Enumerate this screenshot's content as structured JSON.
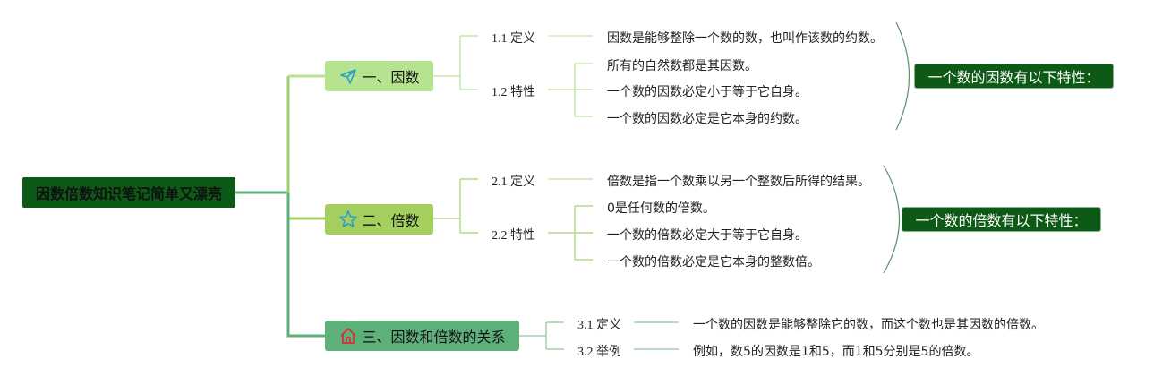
{
  "root": {
    "label": "因数倍数知识笔记简单又漂亮"
  },
  "branches": [
    {
      "label": "一、因数",
      "icon": "paper-plane-icon",
      "subs": [
        {
          "label": "1.1 定义",
          "leaves": [
            "因数是能够整除一个数的数，也叫作该数的约数。"
          ]
        },
        {
          "label": "1.2 特性",
          "leaves": [
            "所有的自然数都是其因数。",
            "一个数的因数必定小于等于它自身。",
            "一个数的因数必定是它本身的约数。"
          ]
        }
      ],
      "summary": "一个数的因数有以下特性："
    },
    {
      "label": "二、倍数",
      "icon": "star-icon",
      "subs": [
        {
          "label": "2.1 定义",
          "leaves": [
            "倍数是指一个数乘以另一个整数后所得的结果。"
          ]
        },
        {
          "label": "2.2 特性",
          "leaves": [
            "0是任何数的倍数。",
            "一个数的倍数必定大于等于它自身。",
            "一个数的倍数必定是它本身的整数倍。"
          ]
        }
      ],
      "summary": "一个数的倍数有以下特性："
    },
    {
      "label": "三、因数和倍数的关系",
      "icon": "home-icon",
      "subs": [
        {
          "label": "3.1 定义",
          "leaves": [
            "一个数的因数是能够整除它的数，而这个数也是其因数的倍数。"
          ]
        },
        {
          "label": "3.2 举例",
          "leaves": [
            "例如，数5的因数是1和5，而1和5分别是5的倍数。"
          ]
        }
      ]
    }
  ],
  "colors": {
    "root": "#0c5a16",
    "branch1": "#b6e38f",
    "branch2": "#a4cf5e",
    "branch3": "#5db07a",
    "summary": "#0c5a16",
    "icon_blue": "#2aa0c8",
    "icon_red": "#d0303a"
  }
}
